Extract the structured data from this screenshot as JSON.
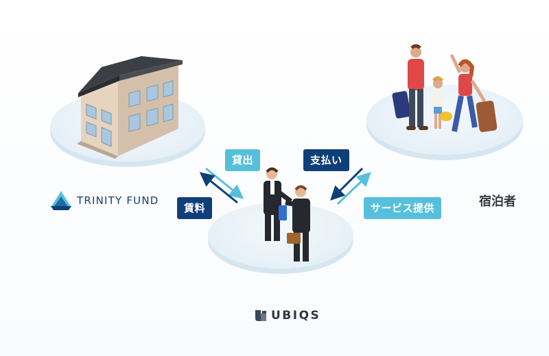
{
  "nodes": {
    "fund": {
      "name": "TRINITY FUND"
    },
    "ubiqs": {
      "name": "UBIQS"
    },
    "guests": {
      "name": "宿泊者"
    }
  },
  "flows": {
    "lend": "貸出",
    "rent": "賃料",
    "payment": "支払い",
    "service": "サービス提供"
  },
  "colors": {
    "dark_navy": "#0f3f79",
    "light_blue": "#56c0dc",
    "platform": "#e6f0f7"
  }
}
